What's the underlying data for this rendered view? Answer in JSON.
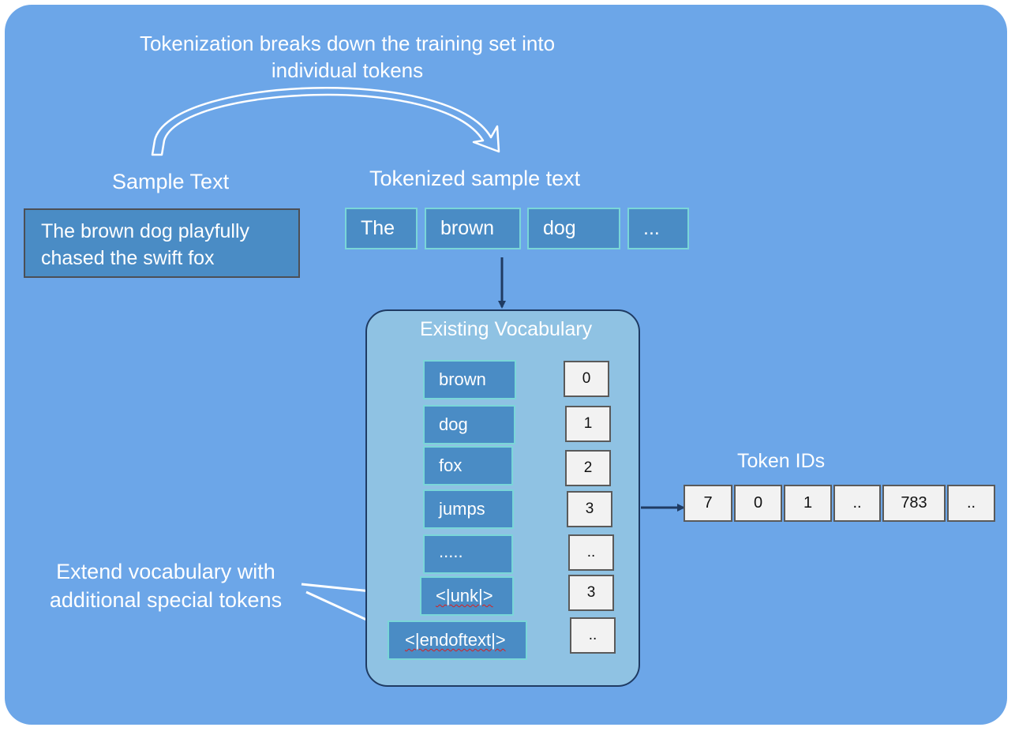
{
  "title": "Tokenization breaks down the training set into individual tokens",
  "sample_label": "Sample Text",
  "sample_text": "The brown dog playfully chased the swift fox",
  "tokenized_label": "Tokenized sample text",
  "tokens": [
    "The",
    "brown",
    "dog",
    "..."
  ],
  "vocab_title": "Existing Vocabulary",
  "vocab": [
    {
      "word": "brown",
      "id": "0"
    },
    {
      "word": "dog",
      "id": "1"
    },
    {
      "word": "fox",
      "id": "2"
    },
    {
      "word": "jumps",
      "id": "3"
    },
    {
      "word": ".....",
      "id": ".."
    },
    {
      "word": "<|unk|>",
      "id": "3"
    },
    {
      "word": "<|endoftext|>",
      "id": ".."
    }
  ],
  "token_ids_label": "Token IDs",
  "token_ids": [
    "7",
    "0",
    "1",
    "..",
    "783",
    ".."
  ],
  "extend_label": "Extend vocabulary with additional special tokens",
  "colors": {
    "background": "#6ca6e8",
    "box_fill": "#4a8cc5",
    "box_border": "#7ad6d8",
    "vocab_panel": "#8fc2e3",
    "arrow": "#1f3b63"
  }
}
